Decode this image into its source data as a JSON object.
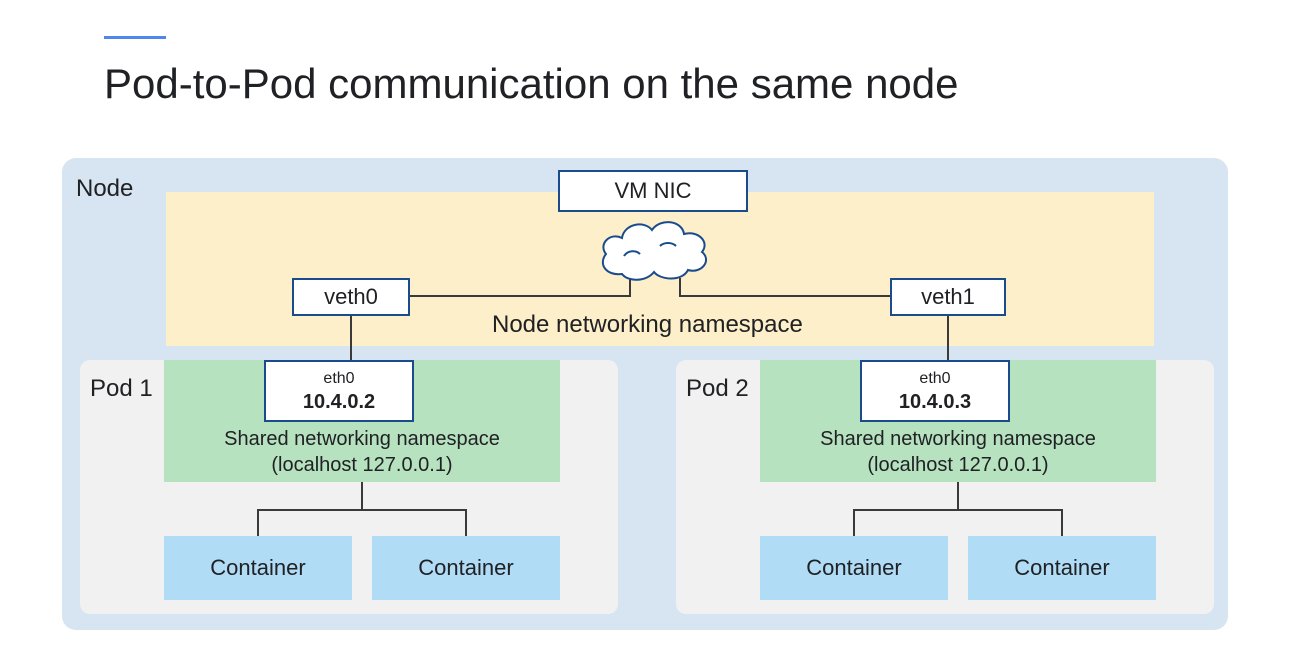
{
  "title": "Pod-to-Pod communication on the same node",
  "node": {
    "label": "Node",
    "vm_nic": "VM NIC",
    "namespace_label": "Node networking namespace",
    "veth": [
      "veth0",
      "veth1"
    ]
  },
  "pods": [
    {
      "label": "Pod 1",
      "eth_name": "eth0",
      "eth_ip": "10.4.0.2",
      "shared_line1": "Shared networking namespace",
      "shared_line2": "(localhost 127.0.0.1)",
      "containers": [
        "Container",
        "Container"
      ]
    },
    {
      "label": "Pod 2",
      "eth_name": "eth0",
      "eth_ip": "10.4.0.3",
      "shared_line1": "Shared networking namespace",
      "shared_line2": "(localhost 127.0.0.1)",
      "containers": [
        "Container",
        "Container"
      ]
    }
  ],
  "colors": {
    "accent": "#4f86ec",
    "node_bg": "#d7e4f1",
    "namespace_bg": "#fcefc9",
    "pod_bg": "#f1f1f1",
    "shared_bg": "#b7e2c0",
    "container_bg": "#b1dcf5",
    "box_border": "#1a4b8c"
  }
}
